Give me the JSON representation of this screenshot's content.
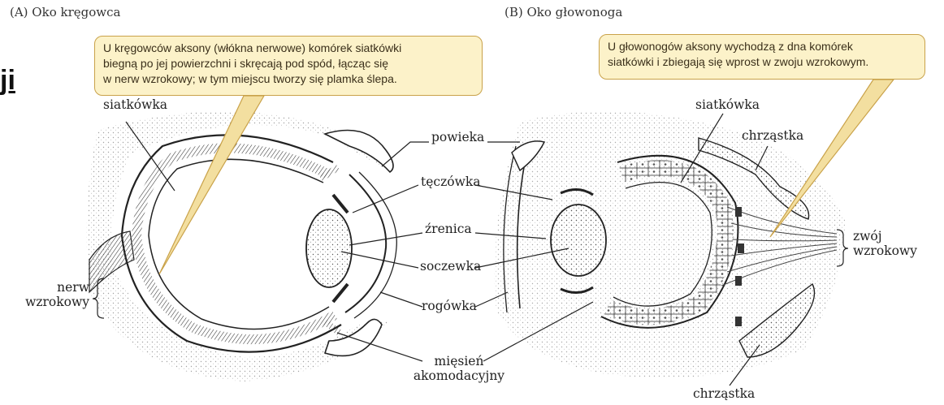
{
  "panels": {
    "a_title": "(A) Oko kręgowca",
    "b_title": "(B) Oko głowonoga"
  },
  "callouts": {
    "vertebrate": [
      "U kręgowców aksony (włókna nerwowe) komórek siatkówki",
      "biegną po jej powierzchni i skręcają pod spód, łącząc się",
      "w nerw wzrokowy; w tym miejscu tworzy się plamka ślepa."
    ],
    "cephalopod": [
      "U głowonogów aksony wychodzą z dna komórek",
      "siatkówki i zbiegają się wprost w zwoju wzrokowym."
    ]
  },
  "labels": {
    "a_siatkowka": "siatkówka",
    "a_nerw": [
      "nerw",
      "wzrokowy"
    ],
    "powieka": "powieka",
    "teczowka": "tęczówka",
    "zrenica": "źrenica",
    "soczewka": "soczewka",
    "rogowka": "rogówka",
    "miesien": [
      "mięsień",
      "akomodacyjny"
    ],
    "b_siatkowka": "siatkówka",
    "chrzastka_top": "chrząstka",
    "zwoj": [
      "zwój",
      "wzrokowy"
    ],
    "chrzastka_bottom": "chrząstka"
  },
  "edge_fragment": "ji",
  "colors": {
    "callout_fill": "#fcf2c9",
    "callout_border": "#c9a24a",
    "ink": "#222222",
    "pointer_fill": "#f3dfa0"
  }
}
